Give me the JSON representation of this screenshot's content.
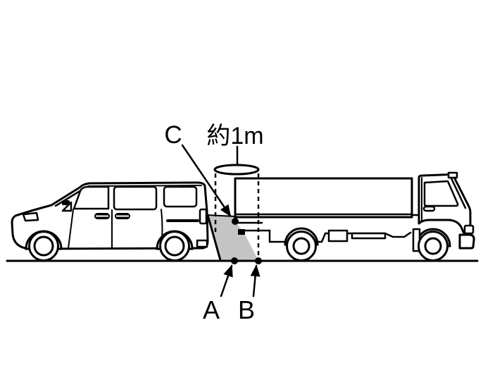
{
  "figure": {
    "description_labels": {
      "point_c": "C",
      "distance": "約1m",
      "point_a": "A",
      "point_b": "B"
    },
    "colors": {
      "background": "#ffffff",
      "line": "#000000",
      "blind_area_fill": "#c4c4c4"
    }
  }
}
